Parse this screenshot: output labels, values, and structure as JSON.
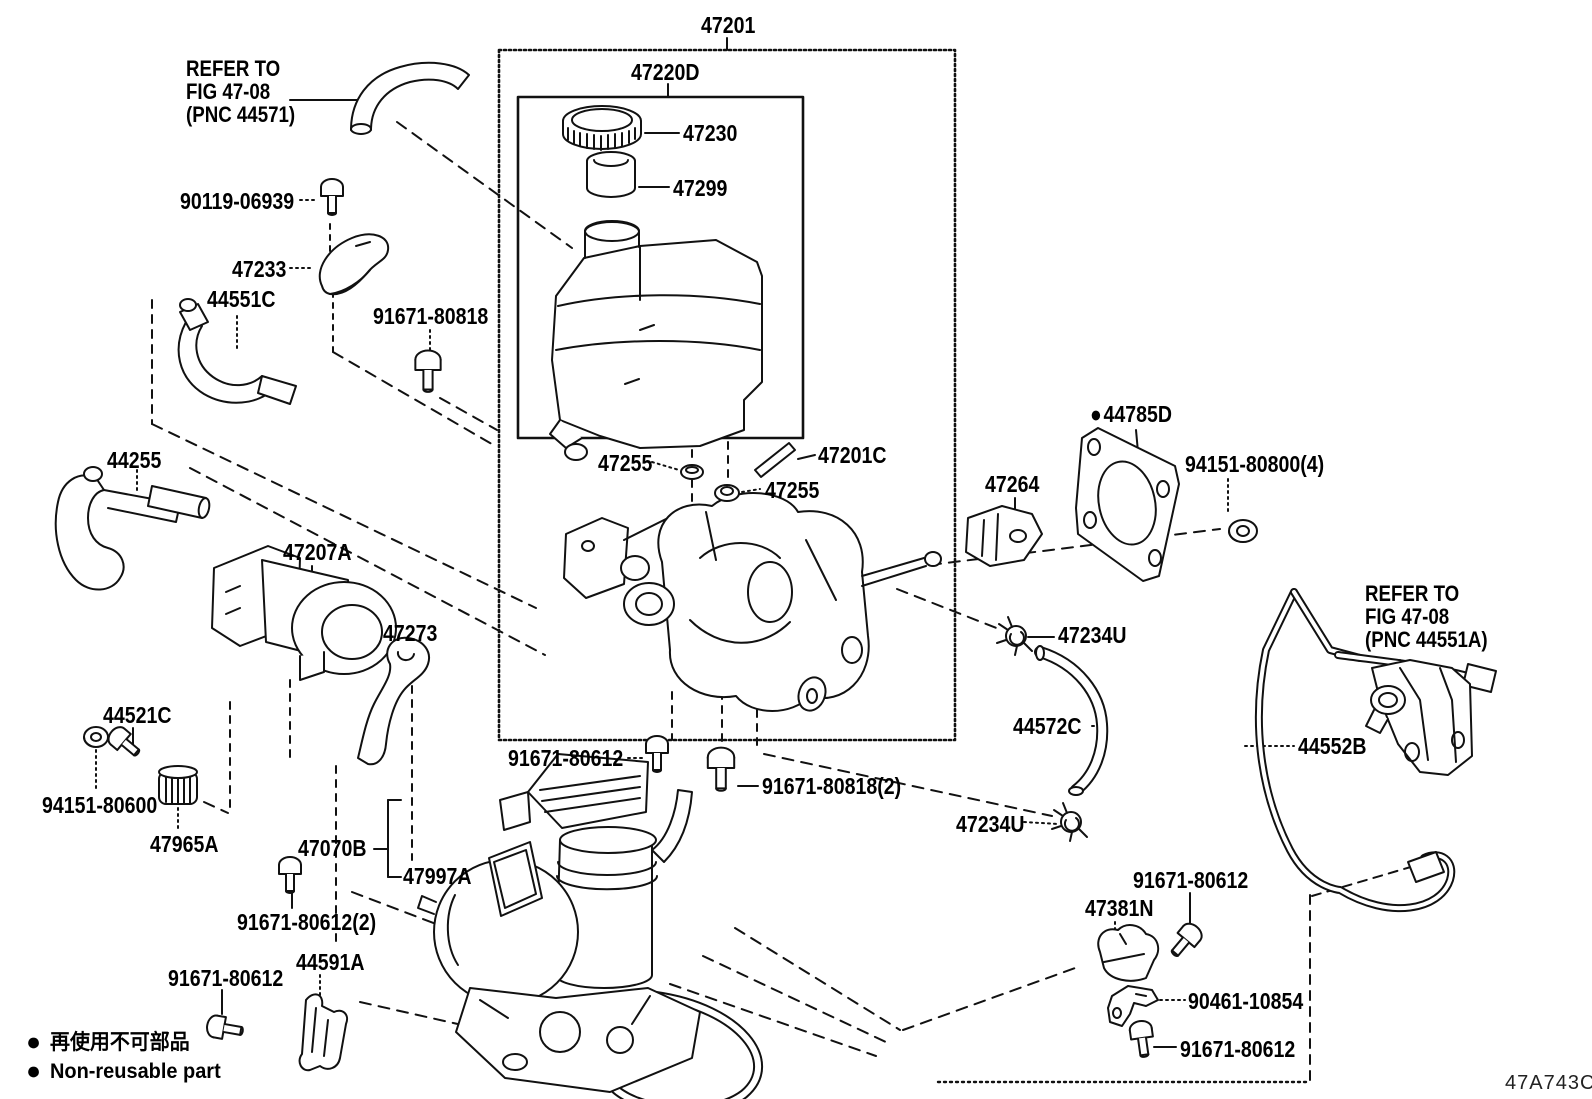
{
  "drawing": {
    "footer_code": "47A743C",
    "colors": {
      "line": "#111111",
      "background": "#ffffff"
    },
    "notes": {
      "left": {
        "line1": "REFER TO",
        "line2": "FIG 47-08",
        "line3": "(PNC 44571)"
      },
      "right": {
        "line1": "REFER TO",
        "line2": "FIG 47-08",
        "line3": "(PNC 44551A)"
      }
    },
    "legend": {
      "bullet": "●",
      "jp": "再使用不可部品",
      "en": "Non-reusable part"
    },
    "labels": [
      {
        "id": "47201",
        "text": "47201"
      },
      {
        "id": "47220D",
        "text": "47220D"
      },
      {
        "id": "47230",
        "text": "47230"
      },
      {
        "id": "47299",
        "text": "47299"
      },
      {
        "id": "90119-06939",
        "text": "90119-06939"
      },
      {
        "id": "47233",
        "text": "47233"
      },
      {
        "id": "44551C",
        "text": "44551C"
      },
      {
        "id": "91671-80818",
        "text": "91671-80818"
      },
      {
        "id": "44255",
        "text": "44255"
      },
      {
        "id": "47255-upper",
        "text": "47255"
      },
      {
        "id": "47255-lower",
        "text": "47255"
      },
      {
        "id": "47201C",
        "text": "47201C"
      },
      {
        "id": "47264",
        "text": "47264"
      },
      {
        "id": "44785D",
        "bullet": "●",
        "text": "44785D"
      },
      {
        "id": "94151-80800-4",
        "text": "94151-80800(4)"
      },
      {
        "id": "47207A",
        "text": "47207A"
      },
      {
        "id": "47273",
        "text": "47273"
      },
      {
        "id": "44521C",
        "text": "44521C"
      },
      {
        "id": "94151-80600",
        "text": "94151-80600"
      },
      {
        "id": "47965A",
        "text": "47965A"
      },
      {
        "id": "47070B",
        "text": "47070B"
      },
      {
        "id": "47997A",
        "text": "47997A"
      },
      {
        "id": "91671-80612-x2",
        "text": "91671-80612(2)"
      },
      {
        "id": "91671-80612-bottom-left",
        "text": "91671-80612"
      },
      {
        "id": "44591A",
        "text": "44591A"
      },
      {
        "id": "91671-80612-center",
        "text": "91671-80612"
      },
      {
        "id": "91671-80818-x2",
        "text": "91671-80818(2)"
      },
      {
        "id": "47234U-upper",
        "text": "47234U"
      },
      {
        "id": "44572C",
        "text": "44572C"
      },
      {
        "id": "47234U-lower",
        "text": "47234U"
      },
      {
        "id": "44552B",
        "text": "44552B"
      },
      {
        "id": "91671-80612-right-top",
        "text": "91671-80612"
      },
      {
        "id": "47381N",
        "text": "47381N"
      },
      {
        "id": "90461-10854",
        "text": "90461-10854"
      },
      {
        "id": "91671-80612-right-bottom",
        "text": "91671-80612"
      }
    ]
  }
}
